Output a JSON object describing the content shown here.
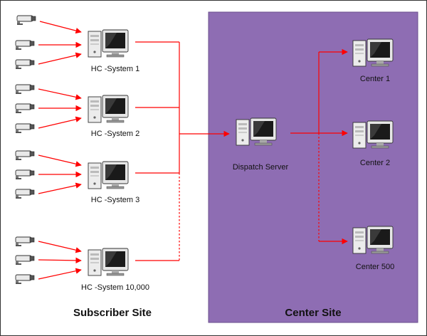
{
  "sites": {
    "subscriber_label": "Subscriber Site",
    "center_label": "Center Site"
  },
  "subscriber_systems": [
    {
      "label": "HC -System 1"
    },
    {
      "label": "HC -System 2"
    },
    {
      "label": "HC -System 3"
    },
    {
      "label": "HC -System 10,000"
    }
  ],
  "dispatch": {
    "label": "Dispatch Server"
  },
  "centers": [
    {
      "label": "Center 1"
    },
    {
      "label": "Center 2"
    },
    {
      "label": "Center 500"
    }
  ],
  "colors": {
    "center_panel": "#8e6db3",
    "connector": "#ff0000",
    "border": "#333333"
  },
  "icons": {
    "camera": "security-camera-icon",
    "computer": "desktop-computer-icon"
  }
}
